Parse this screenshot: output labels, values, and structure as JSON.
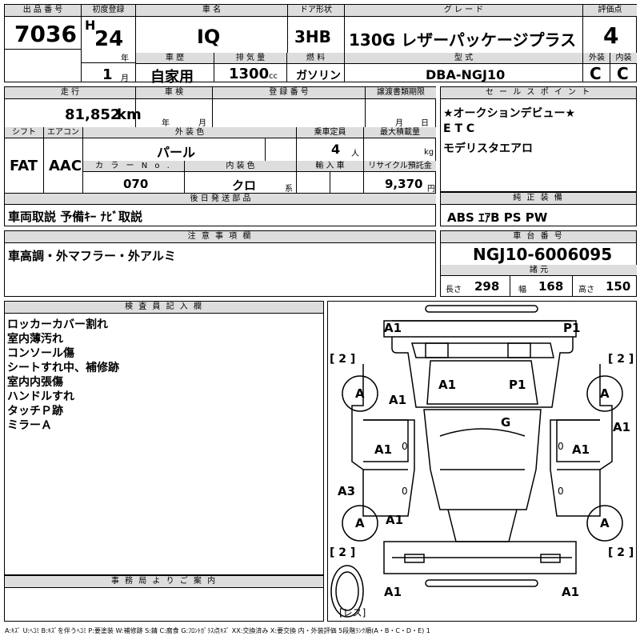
{
  "header": {
    "lot_label": "出 品 番 号",
    "lot": "7036",
    "first_reg_label": "初度登録",
    "era": "H",
    "year": "24",
    "year_unit": "年",
    "month": "1",
    "month_unit": "月",
    "name_label": "車 名",
    "name": "IQ",
    "door_label": "ドア形状",
    "door": "3HB",
    "grade_label": "グ レ ー ド",
    "grade": "130G レザーパッケージプラス",
    "score_label": "評価点",
    "score": "4",
    "history_label": "車 歴",
    "history": "自家用",
    "disp_label": "排 気 量",
    "disp": "1300",
    "disp_unit": "cc",
    "fuel_label": "燃 料",
    "fuel": "ガソリン",
    "model_label": "型 式",
    "model": "DBA-NGJ10",
    "ext_label": "外装",
    "ext": "C",
    "int_label": "内装",
    "int": "C"
  },
  "row2": {
    "mileage_label": "走 行",
    "mileage": "81,852",
    "mileage_unit": "km",
    "inspection_label": "車 検",
    "insp_year_unit": "年",
    "insp_month_unit": "月",
    "reg_label": "登 録 番 号",
    "transfer_label": "譲渡書類期限",
    "transfer_month_unit": "月",
    "transfer_day_unit": "日",
    "shift_label": "シフト",
    "shift": "FAT",
    "ac_label": "エアコン",
    "ac": "AAC",
    "color_label": "外 装 色",
    "color": "パール",
    "capacity_label": "乗車定員",
    "capacity": "4",
    "capacity_unit": "人",
    "load_label": "最大積載量",
    "load_unit": "kg",
    "color_no_label": "カ ラ ー N o .",
    "color_no": "070",
    "int_color_label": "内 装 色",
    "int_color": "クロ",
    "int_color_unit": "系",
    "import_label": "輸 入 車",
    "recycle_label": "リサイクル預託金",
    "recycle": "9,370",
    "recycle_unit": "円"
  },
  "sales": {
    "label": "セ ー ル ス ポ イ ン ト",
    "items": [
      "★オークションデビュー★",
      "E T C",
      "モデリスタエアロ"
    ]
  },
  "later": {
    "label": "後 日 発 送 部 品",
    "text": "車両取説 予備ｷｰ ﾅﾋﾞ取説"
  },
  "equip": {
    "label": "純 正 装 備",
    "text": "ABS ｴｱB PS PW"
  },
  "notes": {
    "label": "注 意 事 項 欄",
    "text": "車高調・外マフラー・外アルミ"
  },
  "chassis": {
    "label": "車 台 番 号",
    "value": "NGJ10-6006095",
    "dims_label": "諸 元",
    "len_label": "長さ",
    "len": "298",
    "wid_label": "幅",
    "wid": "168",
    "hei_label": "高さ",
    "hei": "150"
  },
  "inspector": {
    "label": "検 査 員 記 入 欄",
    "lines": [
      "ロッカーカバー割れ",
      "室内薄汚れ",
      "コンソール傷",
      "シートすれ中、補修跡",
      "室内内張傷",
      "ハンドルすれ",
      "タッチＰ跡",
      "ミラーＡ"
    ]
  },
  "office": {
    "label": "事 務 局 よ り ご 案 内"
  },
  "diagram": {
    "marks": {
      "a1_front_left": "A1",
      "p1_front_right": "P1",
      "a1_hood": "A1",
      "p1_hood": "P1",
      "g_glass": "G",
      "a1_left_fender": "A1",
      "a1_left_door": "A1",
      "a1_right_door": "A1",
      "a1_right_fender": "A1",
      "a3_left_rear": "A3",
      "a1_left_rear": "A1",
      "a1_rear_left": "A1",
      "a1_rear_right": "A1",
      "tire_fl": "A",
      "tire_fr": "A",
      "tire_rl": "A",
      "tire_rr": "A",
      "tread_fl": "[ 2 ]",
      "tread_fr": "[ 2 ]",
      "tread_rl": "[ 2 ]",
      "tread_rr": "[ 2 ]",
      "spare": "[レス]",
      "zero_l1": "0",
      "zero_l2": "0",
      "zero_r1": "0",
      "zero_r2": "0"
    }
  },
  "legend": "A:ｷｽﾞ U:ﾍｺﾐ B:ｷｽﾞを伴うﾍｺﾐ P:要塗装 W:補修跡 S:錆 C:腐食 G:ﾌﾛﾝﾄｶﾞﾗｽ点ｷｽﾞ XX:交換済み X:要交換 内・外装評価 5段階ﾗﾝｸ順(A・B・C・D・E) 1"
}
